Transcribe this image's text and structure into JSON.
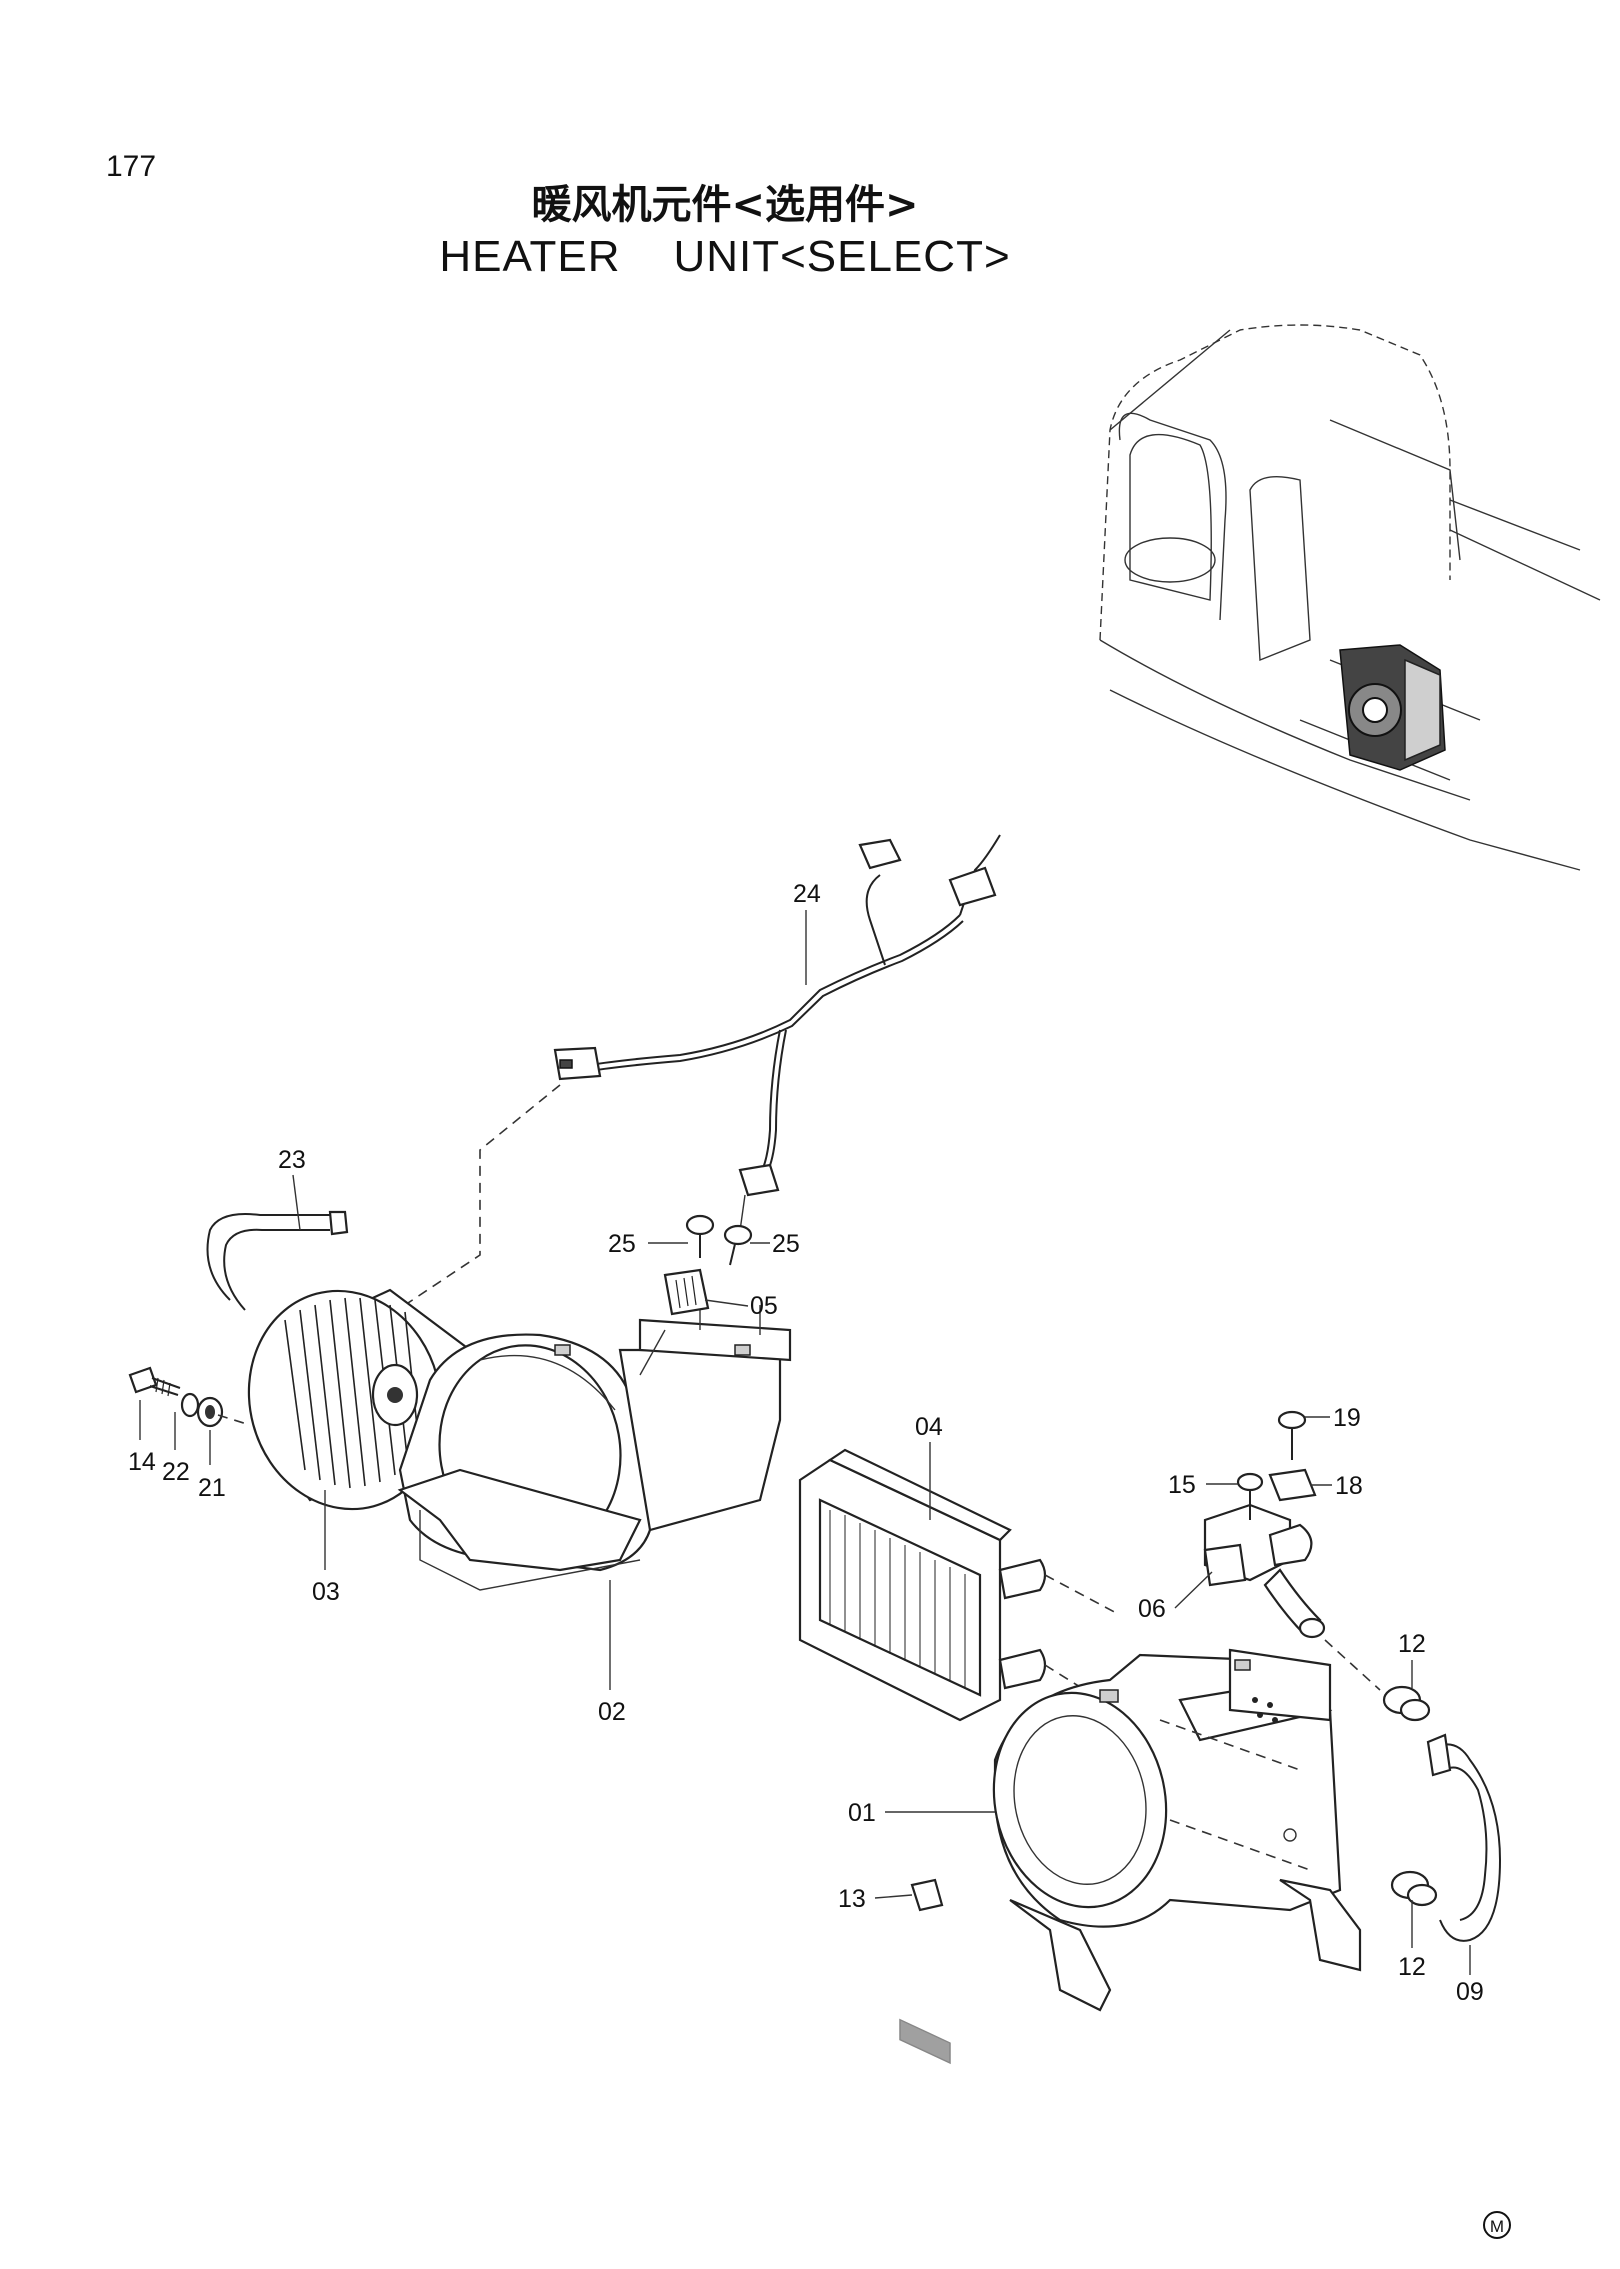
{
  "header": {
    "page_number": "177",
    "title_cn": "暖风机元件<选用件>",
    "title_en": "HEATER    UNIT<SELECT>"
  },
  "callouts": [
    {
      "id": "24",
      "text": "24"
    },
    {
      "id": "23",
      "text": "23"
    },
    {
      "id": "25a",
      "text": "25"
    },
    {
      "id": "25b",
      "text": "25"
    },
    {
      "id": "05",
      "text": "05"
    },
    {
      "id": "14",
      "text": "14"
    },
    {
      "id": "22",
      "text": "22"
    },
    {
      "id": "21",
      "text": "21"
    },
    {
      "id": "03",
      "text": "03"
    },
    {
      "id": "02",
      "text": "02"
    },
    {
      "id": "04",
      "text": "04"
    },
    {
      "id": "19",
      "text": "19"
    },
    {
      "id": "15",
      "text": "15"
    },
    {
      "id": "18",
      "text": "18"
    },
    {
      "id": "06",
      "text": "06"
    },
    {
      "id": "12a",
      "text": "12"
    },
    {
      "id": "01",
      "text": "01"
    },
    {
      "id": "13",
      "text": "13"
    },
    {
      "id": "12b",
      "text": "12"
    },
    {
      "id": "09",
      "text": "09"
    }
  ],
  "footer": {
    "mark": "M"
  }
}
